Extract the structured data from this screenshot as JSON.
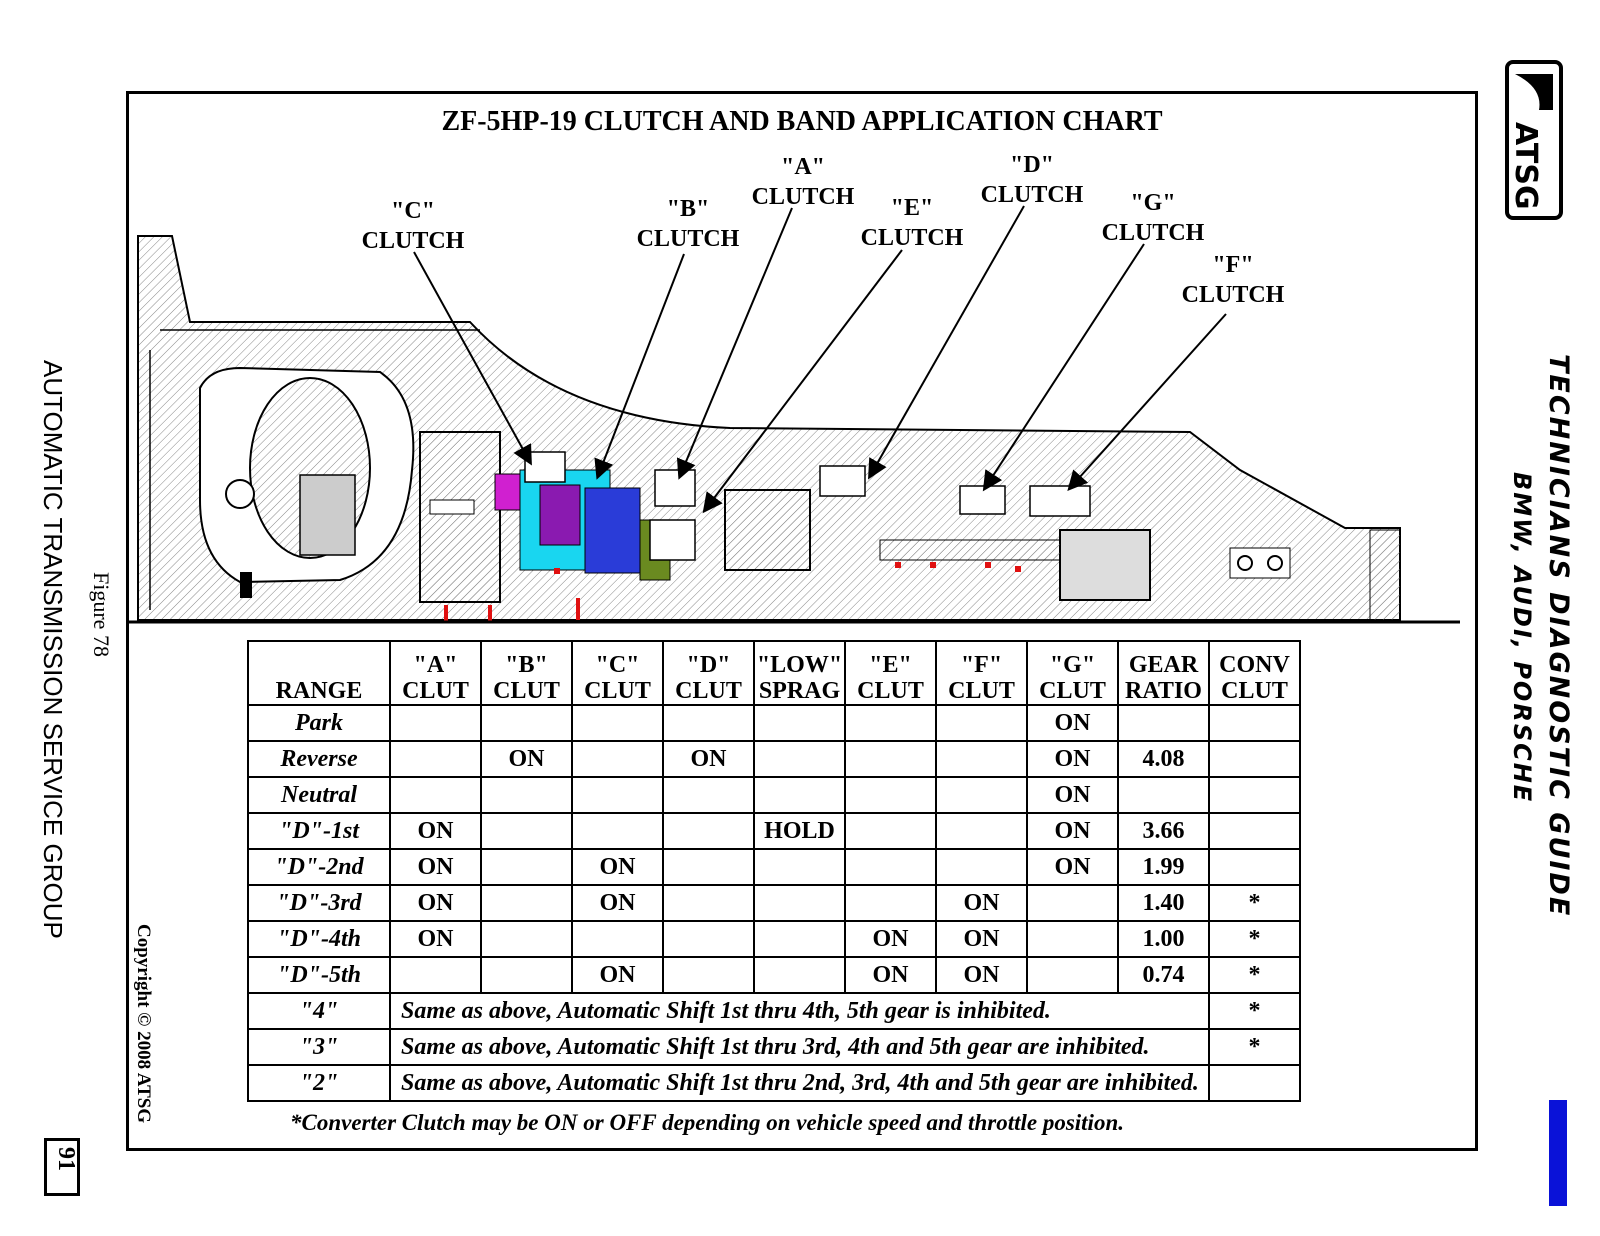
{
  "title": "ZF-5HP-19 CLUTCH AND BAND APPLICATION CHART",
  "clutch_labels": [
    {
      "id": "C",
      "line1": "\"C\"",
      "line2": "CLUTCH"
    },
    {
      "id": "B",
      "line1": "\"B\"",
      "line2": "CLUTCH"
    },
    {
      "id": "A",
      "line1": "\"A\"",
      "line2": "CLUTCH"
    },
    {
      "id": "E",
      "line1": "\"E\"",
      "line2": "CLUTCH"
    },
    {
      "id": "D",
      "line1": "\"D\"",
      "line2": "CLUTCH"
    },
    {
      "id": "G",
      "line1": "\"G\"",
      "line2": "CLUTCH"
    },
    {
      "id": "F",
      "line1": "\"F\"",
      "line2": "CLUTCH"
    }
  ],
  "table": {
    "headers": [
      {
        "l1": "",
        "l2": "RANGE"
      },
      {
        "l1": "\"A\"",
        "l2": "CLUT"
      },
      {
        "l1": "\"B\"",
        "l2": "CLUT"
      },
      {
        "l1": "\"C\"",
        "l2": "CLUT"
      },
      {
        "l1": "\"D\"",
        "l2": "CLUT"
      },
      {
        "l1": "\"LOW\"",
        "l2": "SPRAG"
      },
      {
        "l1": "\"E\"",
        "l2": "CLUT"
      },
      {
        "l1": "\"F\"",
        "l2": "CLUT"
      },
      {
        "l1": "\"G\"",
        "l2": "CLUT"
      },
      {
        "l1": "GEAR",
        "l2": "RATIO"
      },
      {
        "l1": "CONV",
        "l2": "CLUT"
      }
    ],
    "rows": [
      [
        "Park",
        "",
        "",
        "",
        "",
        "",
        "",
        "",
        "ON",
        "",
        ""
      ],
      [
        "Reverse",
        "",
        "ON",
        "",
        "ON",
        "",
        "",
        "",
        "ON",
        "4.08",
        ""
      ],
      [
        "Neutral",
        "",
        "",
        "",
        "",
        "",
        "",
        "",
        "ON",
        "",
        ""
      ],
      [
        "\"D\"-1st",
        "ON",
        "",
        "",
        "",
        "HOLD",
        "",
        "",
        "ON",
        "3.66",
        ""
      ],
      [
        "\"D\"-2nd",
        "ON",
        "",
        "ON",
        "",
        "",
        "",
        "",
        "ON",
        "1.99",
        ""
      ],
      [
        "\"D\"-3rd",
        "ON",
        "",
        "ON",
        "",
        "",
        "",
        "ON",
        "",
        "1.40",
        "*"
      ],
      [
        "\"D\"-4th",
        "ON",
        "",
        "",
        "",
        "",
        "ON",
        "ON",
        "",
        "1.00",
        "*"
      ],
      [
        "\"D\"-5th",
        "",
        "",
        "ON",
        "",
        "",
        "ON",
        "ON",
        "",
        "0.74",
        "*"
      ]
    ],
    "span_rows": [
      {
        "range": "\"4\"",
        "text": "Same as above,  Automatic Shift 1st thru 4th,  5th gear is inhibited.",
        "conv": "*"
      },
      {
        "range": "\"3\"",
        "text": "Same as above,  Automatic Shift 1st thru 3rd,  4th and 5th gear are inhibited.",
        "conv": "*"
      },
      {
        "range": "\"2\"",
        "text": "Same as above,  Automatic Shift 1st thru 2nd,  3rd, 4th and 5th gear are inhibited.",
        "conv": ""
      }
    ]
  },
  "footnote": "*Converter Clutch may be ON or OFF depending on vehicle speed and throttle position.",
  "left_margin": {
    "group": "AUTOMATIC TRANSMISSION SERVICE GROUP",
    "figure": "Figure 78",
    "copyright": "Copyright © 2008 ATSG",
    "page": "91"
  },
  "right_margin": {
    "guide": "TECHNICIANS DIAGNOSTIC GUIDE",
    "makes": "BMW, AUDI, PORSCHE",
    "logo_text": "ATSG"
  },
  "colors": {
    "accent_blue": "#0a12d8",
    "cyan": "#19d6f0",
    "magenta": "#d020d0",
    "purple": "#8a1ab0",
    "blue": "#2a3cd8",
    "green": "#6a8a20",
    "red": "#e01010"
  }
}
